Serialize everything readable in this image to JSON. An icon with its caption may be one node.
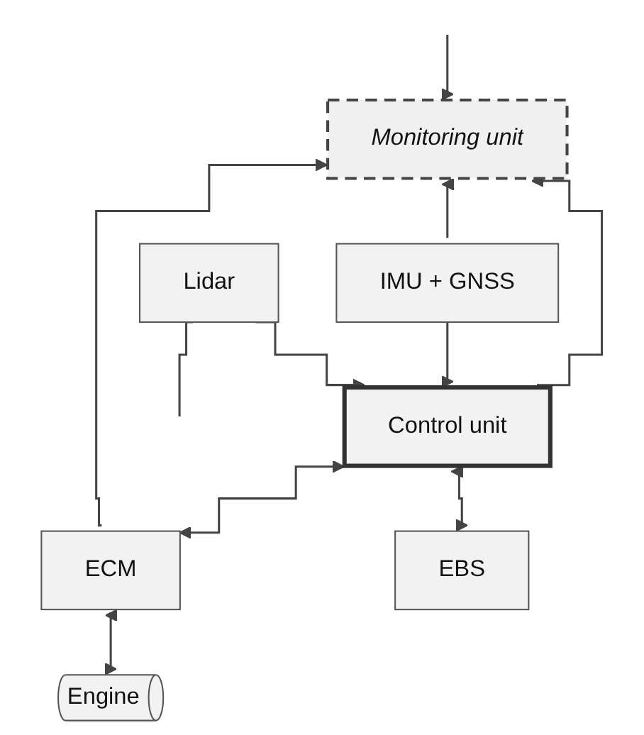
{
  "diagram": {
    "nodes": [
      {
        "text": [
          "Monitoring unit"
        ]
      },
      {
        "text": [
          "IMU + GNSS"
        ]
      },
      {
        "text": [
          "Control unit"
        ]
      },
      {
        "text": [
          "Lidar"
        ]
      },
      {
        "text": [
          "ECM"
        ]
      },
      {
        "text": [
          "EBS"
        ]
      },
      {
        "text": [
          "Engine"
        ]
      }
    ],
    "edges": [
      {
        "from": null,
        "to": 0,
        "arrow": "to"
      },
      {
        "from": 1,
        "to": 0,
        "arrow": "to"
      },
      {
        "from": 2,
        "to": 0,
        "arrow": "to"
      },
      {
        "from": 1,
        "to": 2,
        "arrow": "to"
      },
      {
        "from": 3,
        "to": 2,
        "arrow": "to"
      },
      {
        "from": 3,
        "to": null,
        "arrow": "none"
      },
      {
        "from": 2,
        "to": 4,
        "arrow": "both"
      },
      {
        "from": 2,
        "to": 5,
        "arrow": "both"
      },
      {
        "from": 4,
        "to": 0,
        "arrow": "to"
      },
      {
        "from": 4,
        "to": 6,
        "arrow": "both"
      }
    ]
  }
}
